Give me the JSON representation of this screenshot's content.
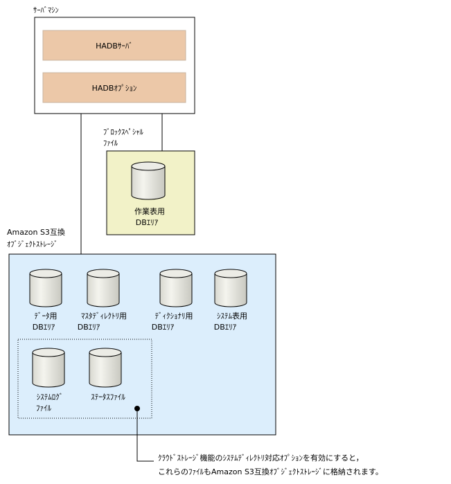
{
  "server_machine": {
    "label": "ｻｰﾊﾞﾏｼﾝ",
    "hadb_server": "HADBｻｰﾊﾞ",
    "hadb_option": "HADBｵﾌﾟｼｮﾝ"
  },
  "block_special": {
    "label_line1": "ﾌﾞﾛｯｸｽﾍﾟｼｬﾙ",
    "label_line2": "ﾌｧｲﾙ",
    "work_table_line1": "作業表用",
    "work_table_line2": "DBｴﾘｱ"
  },
  "s3_storage": {
    "label_line1": "Amazon S3互換",
    "label_line2": "ｵﾌﾞｼﾞｪｸﾄｽﾄﾚｰｼﾞ",
    "data_area_line1": "ﾃﾞｰﾀ用",
    "data_area_line2": "DBｴﾘｱ",
    "master_dir_line1": "ﾏｽﾀﾃﾞｨﾚｸﾄﾘ用",
    "master_dir_line2": "DBｴﾘｱ",
    "dictionary_line1": "ﾃﾞｨｸｼｮﾅﾘ用",
    "dictionary_line2": "DBｴﾘｱ",
    "system_table_line1": "ｼｽﾃﾑ表用",
    "system_table_line2": "DBｴﾘｱ",
    "system_log_line1": "ｼｽﾃﾑﾛｸﾞ",
    "system_log_line2": "ﾌｧｲﾙ",
    "status_file": "ｽﾃｰﾀｽﾌｧｲﾙ"
  },
  "note": {
    "line1": "ｸﾗｳﾄﾞｽﾄﾚｰｼﾞ機能のｼｽﾃﾑﾃﾞｨﾚｸﾄﾘ対応ｵﾌﾟｼｮﾝを有効にすると，",
    "line2": "これらのﾌｧｲﾙもAmazon S3互換ｵﾌﾞｼﾞｪｸﾄｽﾄﾚｰｼﾞに格納されます。"
  },
  "colors": {
    "hadb_fill": "#ecc8a8",
    "hadb_stroke": "#c8b4a0",
    "block_fill": "#f2f2c8",
    "s3_fill": "#dceefc",
    "cylinder_fill": "#e6e6de"
  }
}
